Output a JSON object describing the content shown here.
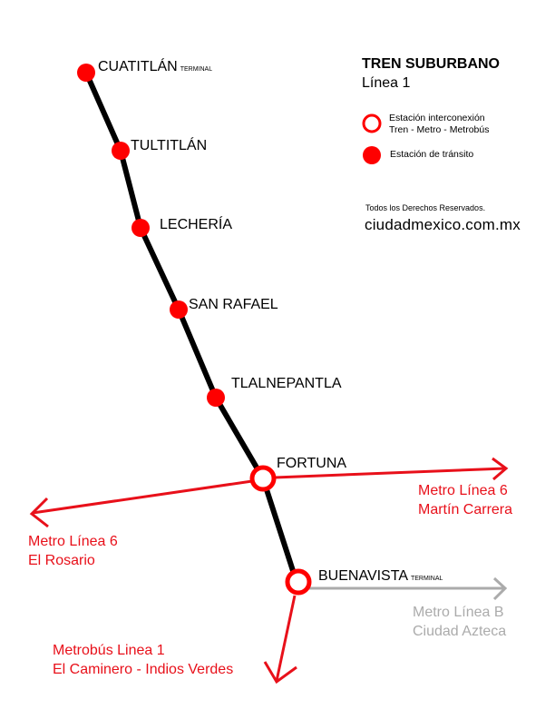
{
  "header": {
    "title": "TREN SUBURBANO",
    "subtitle": "Línea 1"
  },
  "legend": {
    "interconnection": {
      "icon": "hollow-red-circle",
      "line1": "Estación interconexión",
      "line2": "Tren - Metro - Metrobús"
    },
    "transit": {
      "icon": "filled-red-circle",
      "label": "Estación de tránsito"
    }
  },
  "footer": {
    "rights": "Todos los Derechos Reservados.",
    "site": "ciudadmexico.com.mx"
  },
  "stations": [
    {
      "name": "CUATITLÁN",
      "suffix": "TERMINAL",
      "type": "transit"
    },
    {
      "name": "TULTITLÁN",
      "suffix": "",
      "type": "transit"
    },
    {
      "name": "LECHERÍA",
      "suffix": "",
      "type": "transit"
    },
    {
      "name": "SAN RAFAEL",
      "suffix": "",
      "type": "transit"
    },
    {
      "name": "TLALNEPANTLA",
      "suffix": "",
      "type": "transit"
    },
    {
      "name": "FORTUNA",
      "suffix": "",
      "type": "interconnection"
    },
    {
      "name": "BUENAVISTA",
      "suffix": "TERMINAL",
      "type": "interconnection"
    }
  ],
  "connections": [
    {
      "line": "Metro Línea 6",
      "destination": "Martín Carrera",
      "color": "#e8101a"
    },
    {
      "line": "Metro Línea 6",
      "destination": "El Rosario",
      "color": "#e8101a"
    },
    {
      "line": "Metro Línea B",
      "destination": "Ciudad Azteca",
      "color": "#ababab"
    },
    {
      "line": "Metrobús Linea 1",
      "destination": "El Caminero - Indios Verdes",
      "color": "#e8101a"
    }
  ],
  "colors": {
    "line": "#000000",
    "station": "#fe0000",
    "connection_red": "#e8101a",
    "connection_gray": "#ababab"
  }
}
